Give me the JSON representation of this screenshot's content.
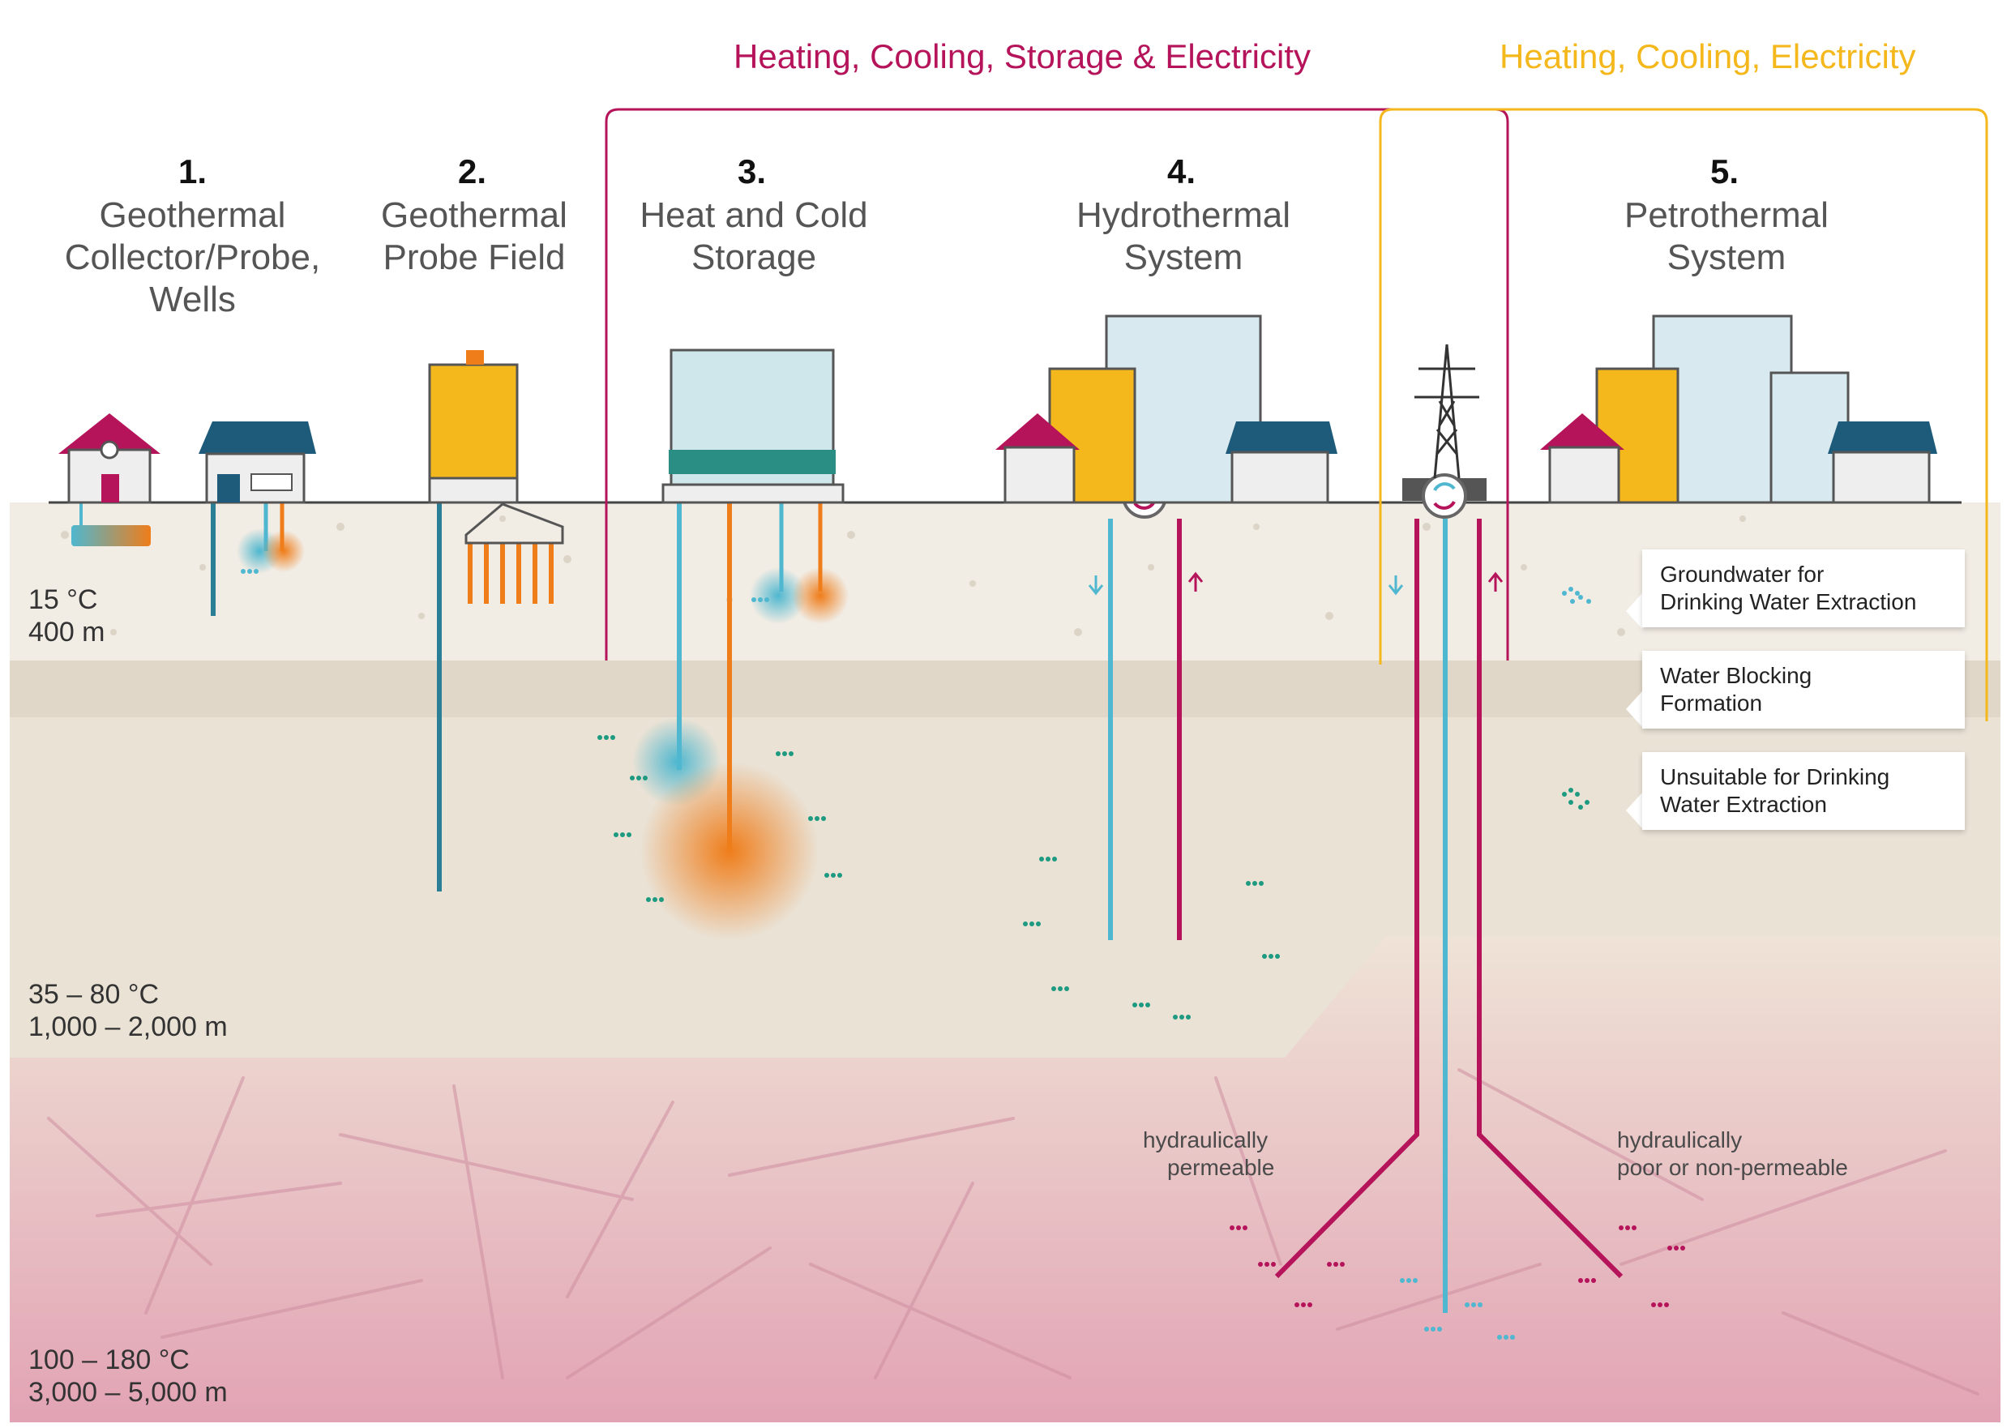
{
  "groups": {
    "magenta_label": "Heating, Cooling, Storage & Electricity",
    "yellow_label": "Heating, Cooling, Electricity"
  },
  "systems": [
    {
      "number": "1.",
      "name_lines": [
        "Geothermal",
        "Collector/Probe,",
        "Wells"
      ]
    },
    {
      "number": "2.",
      "name_lines": [
        "Geothermal",
        "Probe Field"
      ]
    },
    {
      "number": "3.",
      "name_lines": [
        "Heat and Cold",
        "Storage"
      ]
    },
    {
      "number": "4.",
      "name_lines": [
        "Hydrothermal",
        "System"
      ]
    },
    {
      "number": "5.",
      "name_lines": [
        "Petrothermal",
        "System"
      ]
    }
  ],
  "depth_labels": [
    {
      "temp": "15 °C",
      "depth": "400 m"
    },
    {
      "temp": "35 – 80 °C",
      "depth": "1,000 – 2,000 m"
    },
    {
      "temp": "100 – 180 °C",
      "depth": "3,000 – 5,000 m"
    }
  ],
  "permeability": {
    "left": [
      "hydraulically",
      "permeable"
    ],
    "right": [
      "hydraulically",
      "poor or non-permeable"
    ]
  },
  "legend": [
    {
      "lines": [
        "Groundwater for",
        "Drinking Water Extraction"
      ],
      "icon": "blue-dots-icon"
    },
    {
      "lines": [
        "Water Blocking",
        "Formation"
      ],
      "icon": "none"
    },
    {
      "lines": [
        "Unsuitable for Drinking",
        "Water Extraction"
      ],
      "icon": "green-dots-icon"
    }
  ],
  "colors": {
    "magenta": "#b5135a",
    "yellow": "#f4b81c",
    "cold": "#4fb7cf",
    "hot": "#ef7d1a",
    "green_dots": "#1d9a80",
    "probe_teal": "#2a7f96"
  }
}
